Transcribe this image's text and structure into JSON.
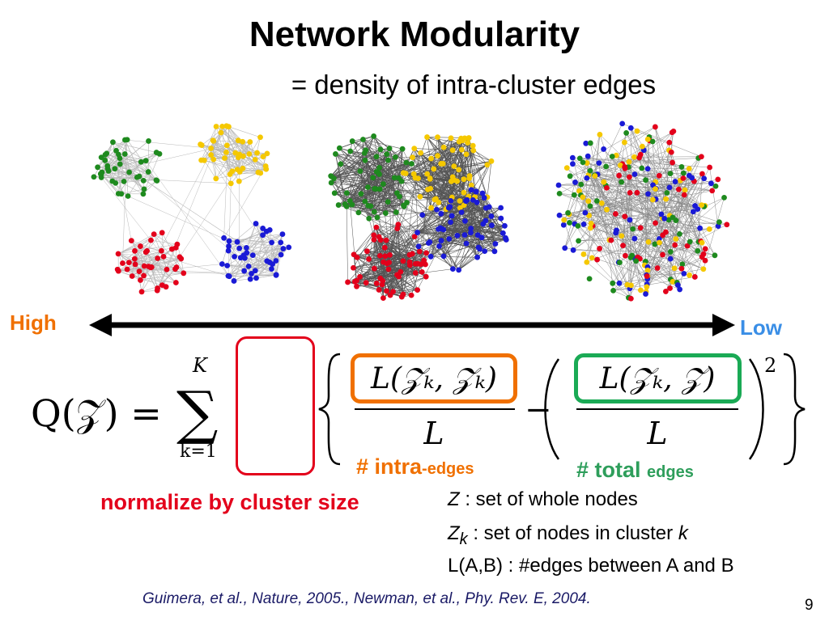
{
  "slide": {
    "title": "Network Modularity",
    "subtitle": "= density of intra-cluster edges",
    "page_number": "9"
  },
  "spectrum": {
    "left_label": "High",
    "right_label": "Low",
    "left_color": "#f07000",
    "right_color": "#3a8ee6"
  },
  "formula": {
    "lhs": "Q(𝒵) =",
    "sum_symbol": "∑",
    "upper_limit": "K",
    "lower_limit": "k=1",
    "term1_numerator": "L(𝒵ₖ, 𝒵ₖ)",
    "term1_denominator": "L",
    "minus": "−",
    "term2_numerator": "L(𝒵ₖ, 𝒵)",
    "term2_denominator": "L",
    "exponent": "2"
  },
  "annotations": {
    "intra_main": "# intra",
    "intra_sub": "-edges",
    "total_main": "# total",
    "total_sub": "edges",
    "normalize": "normalize by cluster size"
  },
  "definitions": {
    "z_symbol": "Z",
    "z_text": " : set of whole nodes",
    "zk_symbol": "Z",
    "zk_sub": "k",
    "zk_text": " : set of nodes in cluster ",
    "zk_var": "k",
    "l_text": "L(A,B) : #edges between A and B"
  },
  "citation": "Guimera, et al., Nature, 2005., Newman, et al., Phy. Rev. E, 2004.",
  "colors": {
    "cluster_green": "#1e8a1e",
    "cluster_yellow": "#f5c800",
    "cluster_red": "#e3001b",
    "cluster_blue": "#1a1ad6",
    "highlight_red": "#e3001b",
    "highlight_orange": "#f07000",
    "highlight_green": "#1aaa55"
  }
}
